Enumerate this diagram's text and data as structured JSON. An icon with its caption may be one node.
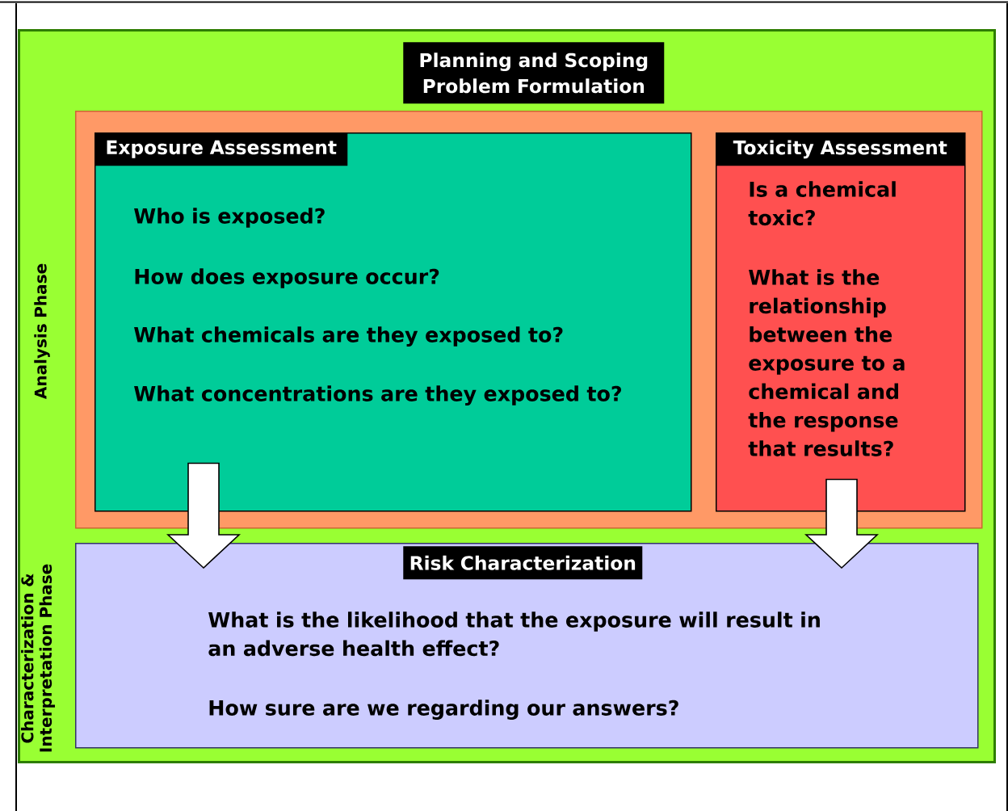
{
  "diagram": {
    "nodes": [
      {
        "text": [
          "Planning and Scoping Problem Formulation"
        ]
      },
      {
        "text": [],
        "shape": "box",
        "in": 0,
        "beside": [
          "Analysis Phase"
        ]
      },
      {
        "text": [
          "Exposure Assessment",
          "Who is exposed?",
          "How does exposure occur?",
          "What chemicals are they exposed to?",
          "What concentrations are they exposed to?"
        ],
        "in": 1
      },
      {
        "text": [
          "Toxicity Assessment",
          "Is a chemical toxic?",
          "What is the relationship between the exposure to a chemical and the response that results?"
        ],
        "in": 1
      },
      {
        "text": [
          "Risk Characterization",
          "What is the likelihood that the exposure will result in an adverse health effect?",
          "How sure are we regarding our answers?"
        ],
        "in": 0,
        "beside": [
          "Characterization & Interpretation Phase"
        ]
      }
    ],
    "edges": [
      {
        "from": 2,
        "to": 4,
        "arrow": "to"
      },
      {
        "from": 3,
        "to": 4,
        "arrow": "to"
      }
    ]
  }
}
